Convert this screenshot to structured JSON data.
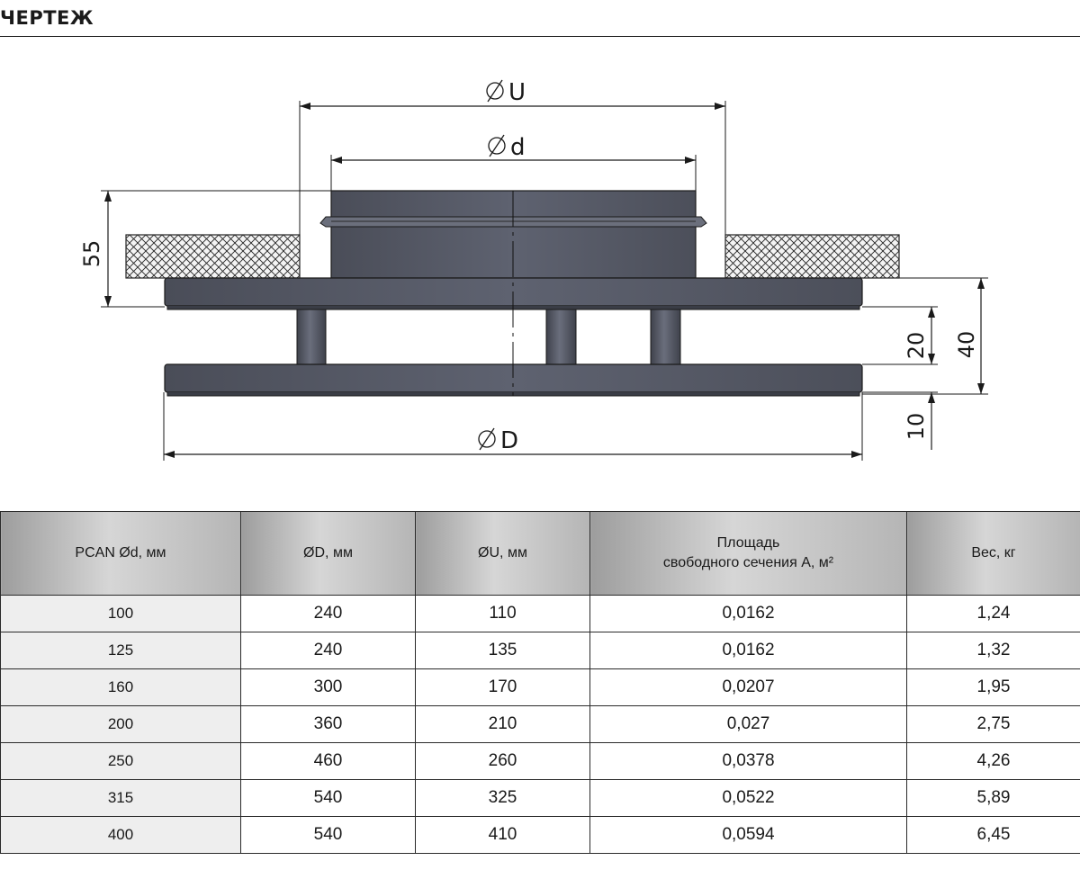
{
  "page": {
    "title": "ЧЕРТЕЖ"
  },
  "drawing": {
    "labels": {
      "dia_U": "U",
      "dia_d": "d",
      "dia_D": "D",
      "dim_55": "55",
      "dim_20": "20",
      "dim_40": "40",
      "dim_10": "10"
    }
  },
  "table": {
    "headers": [
      {
        "line1": "PCAN Ød, мм",
        "line2": ""
      },
      {
        "line1": "ØD, мм",
        "line2": ""
      },
      {
        "line1": "ØU, мм",
        "line2": ""
      },
      {
        "line1": "Площадь",
        "line2": "свободного сечения А, м²"
      },
      {
        "line1": "Вес, кг",
        "line2": ""
      }
    ],
    "rows": [
      [
        "100",
        "240",
        "110",
        "0,0162",
        "1,24"
      ],
      [
        "125",
        "240",
        "135",
        "0,0162",
        "1,32"
      ],
      [
        "160",
        "300",
        "170",
        "0,0207",
        "1,95"
      ],
      [
        "200",
        "360",
        "210",
        "0,027",
        "2,75"
      ],
      [
        "250",
        "460",
        "260",
        "0,0378",
        "4,26"
      ],
      [
        "315",
        "540",
        "325",
        "0,0522",
        "5,89"
      ],
      [
        "400",
        "540",
        "410",
        "0,0594",
        "6,45"
      ]
    ]
  }
}
